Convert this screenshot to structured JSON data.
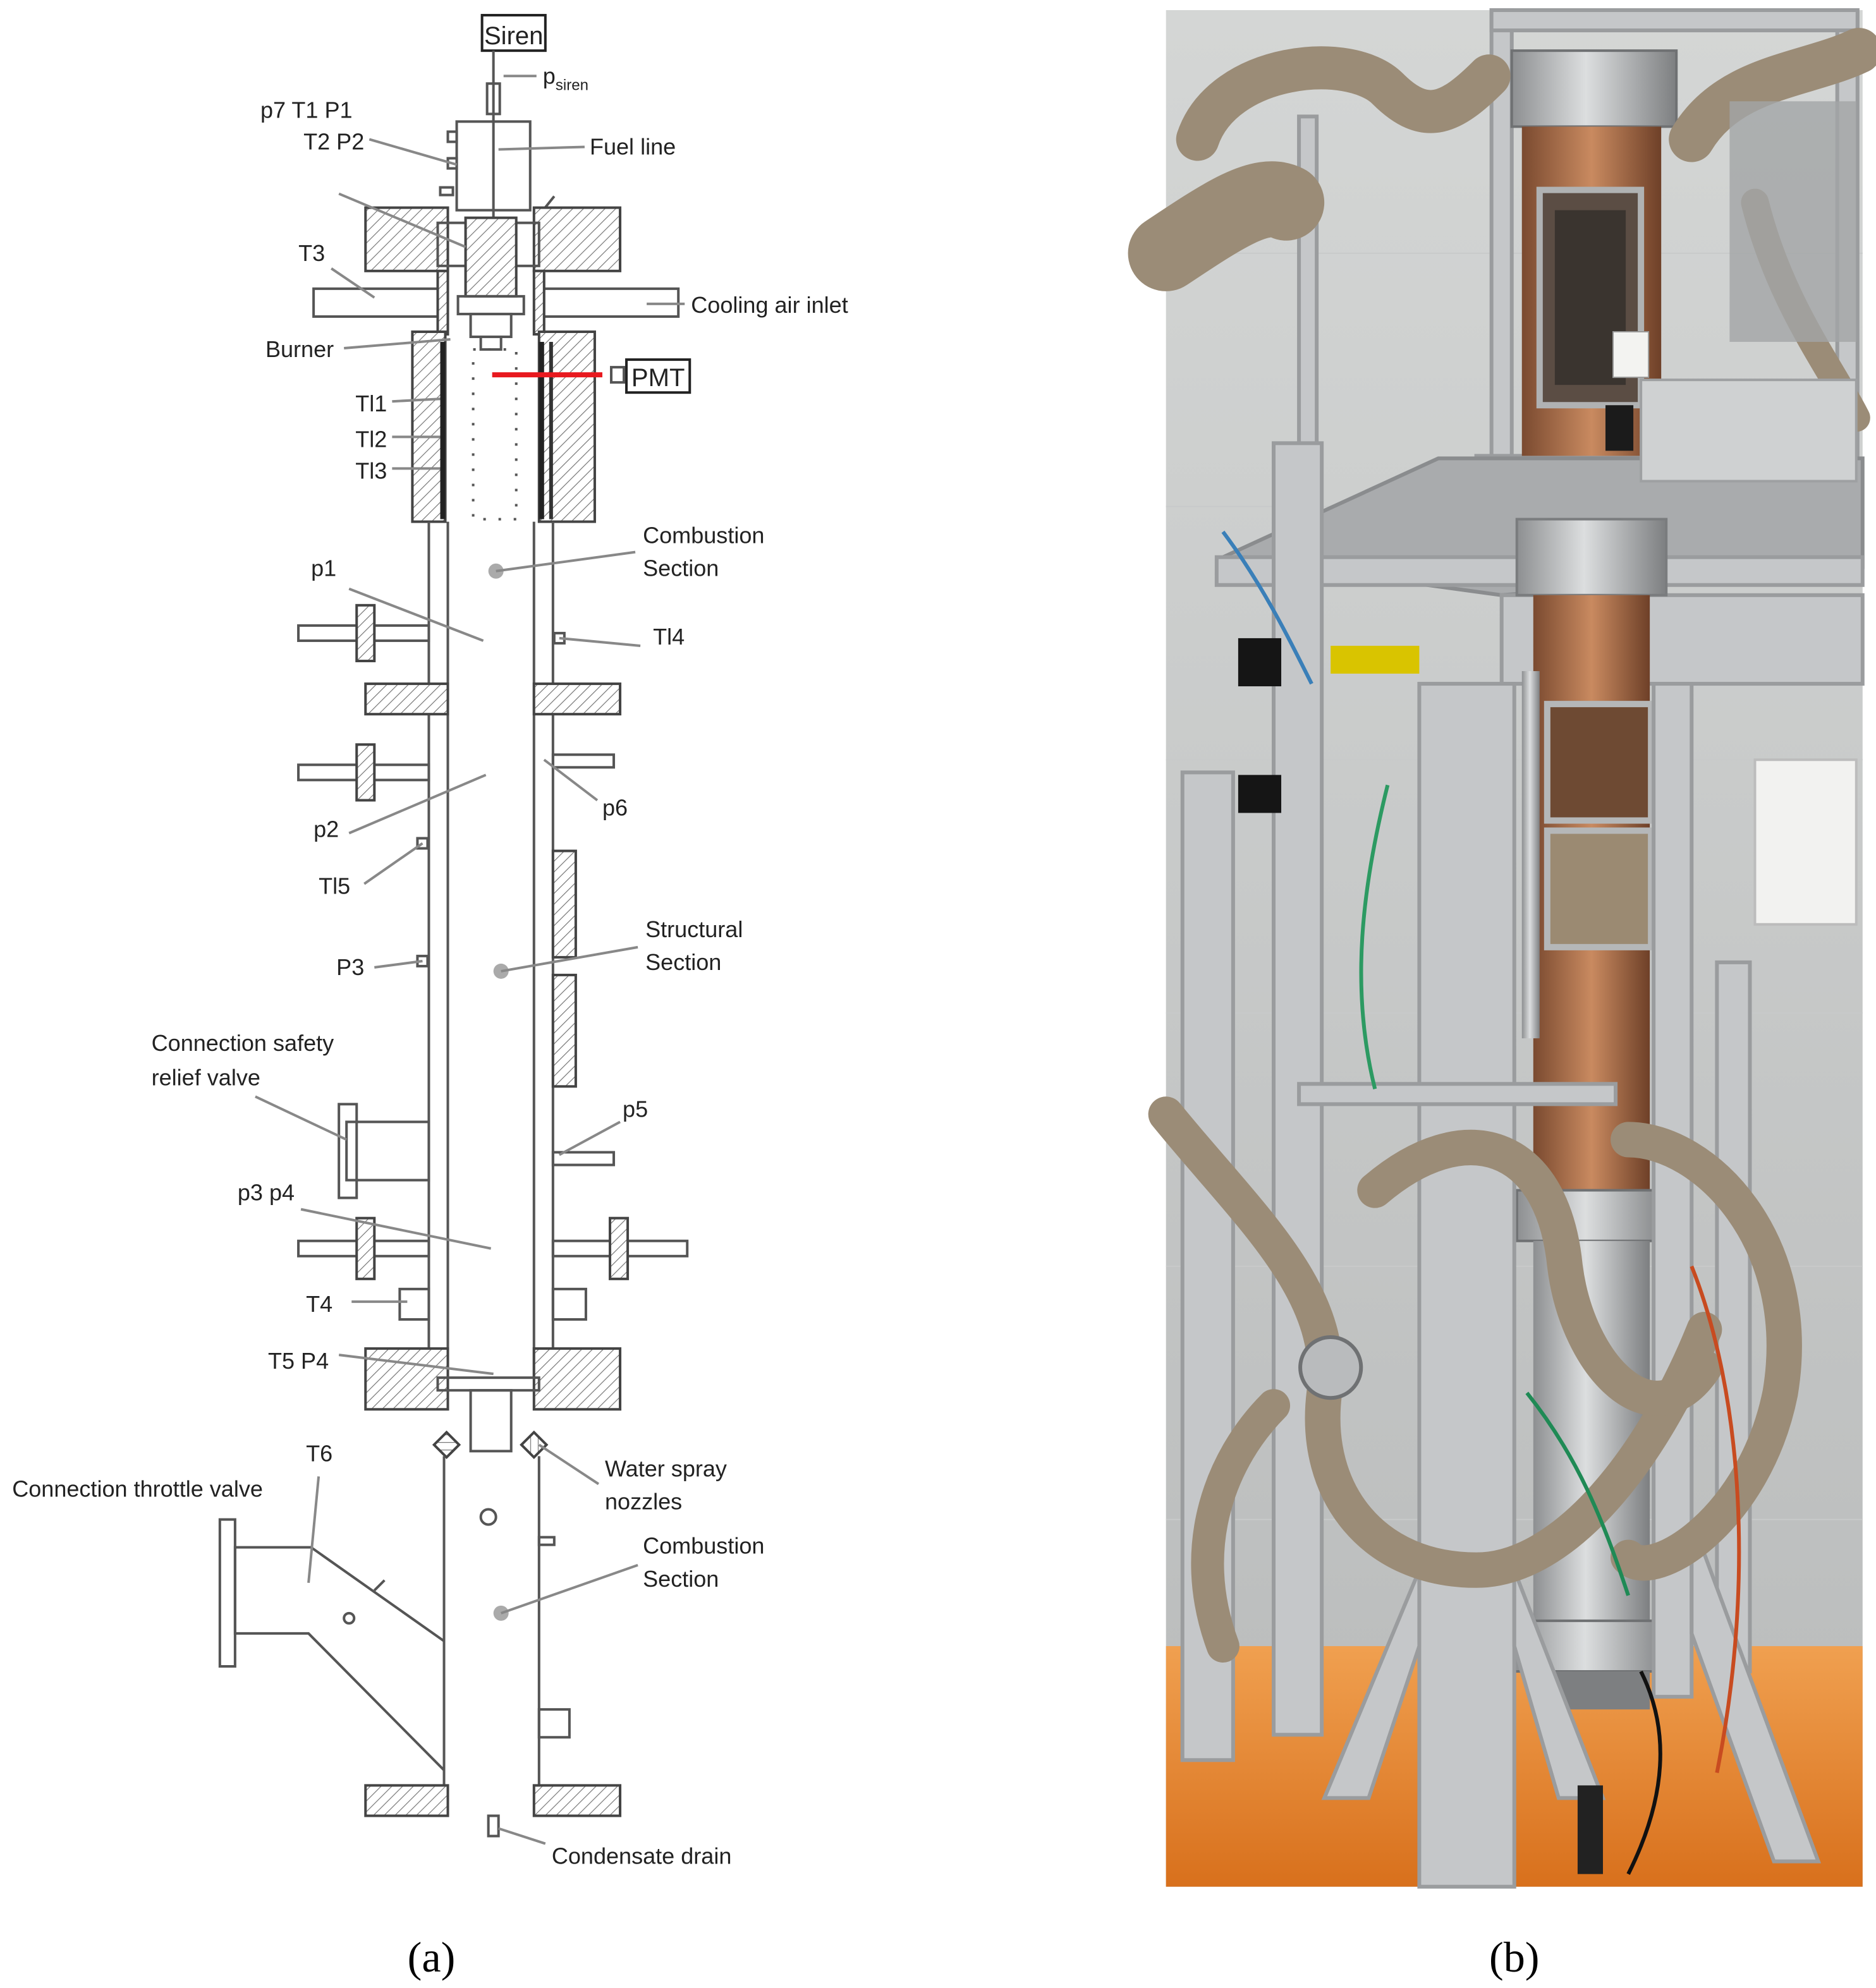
{
  "panel_a": {
    "caption": "(a)",
    "top_box_label": "Siren",
    "siren_pressure": {
      "base": "p",
      "subscript": "siren"
    },
    "labels": {
      "p7_t1_p1": "p7 T1  P1",
      "t2_p2": "T2 P2",
      "fuel_line": "Fuel line",
      "t3": "T3",
      "cooling_air_inlet": "Cooling air inlet",
      "burner": "Burner",
      "pmt": "PMT",
      "tl1": "Tl1",
      "tl2": "Tl2",
      "tl3": "Tl3",
      "combustion_section_1": "Combustion",
      "combustion_section_2": "Section",
      "p1": "p1",
      "tl4": "Tl4",
      "p6": "p6",
      "p2": "p2",
      "tl5": "Tl5",
      "structural_section_1": "Structural",
      "structural_section_2": "Section",
      "p3_upper": "P3",
      "safety_valve_1": "Connection safety",
      "safety_valve_2": "relief valve",
      "p5": "p5",
      "p3_p4": "p3  p4",
      "t4": "T4",
      "t5_p4": "T5 P4",
      "t6": "T6",
      "throttle_valve": "Connection throttle valve",
      "water_spray_1": "Water spray",
      "water_spray_2": "nozzles",
      "combustion_lower_1": "Combustion",
      "combustion_lower_2": "Section",
      "condensate_drain": "Condensate drain"
    }
  },
  "panel_b": {
    "caption": "(b)"
  },
  "colors": {
    "pmt_line": "#e8191f",
    "floor": "#e8822a",
    "copper": "#a86a45"
  }
}
